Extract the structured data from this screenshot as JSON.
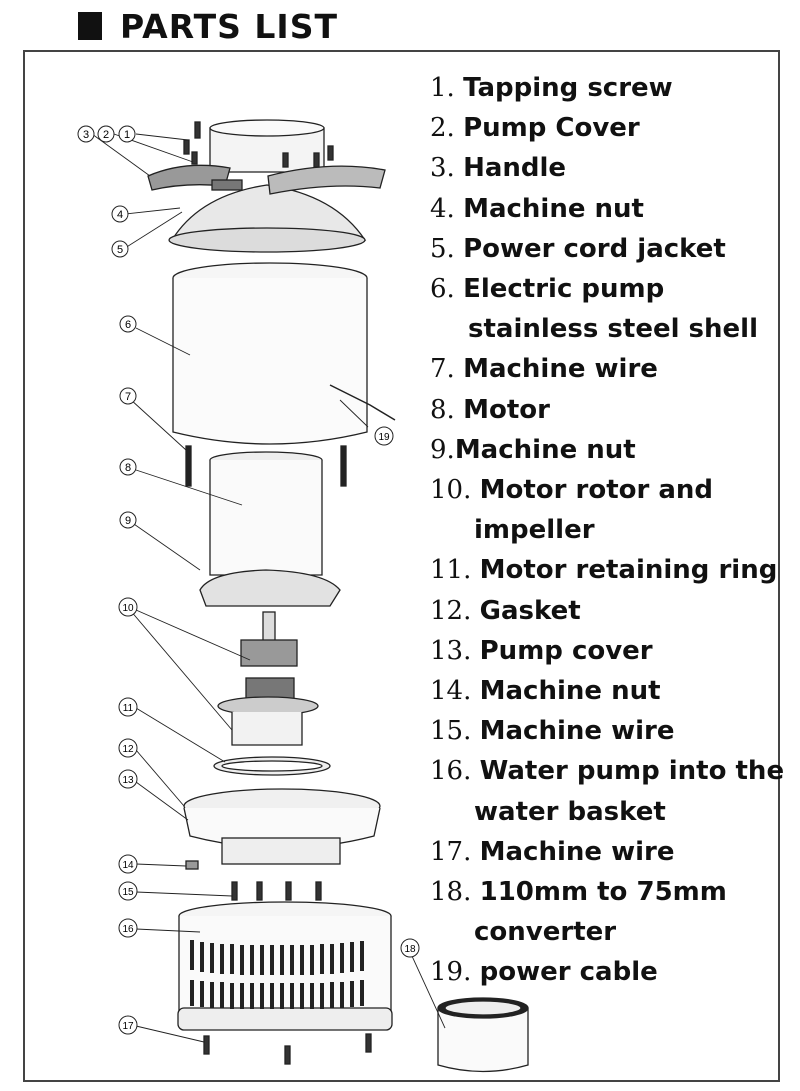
{
  "header": {
    "title": "PARTS LIST"
  },
  "parts": [
    {
      "num": "1.",
      "name": "Tapping screw"
    },
    {
      "num": "2.",
      "name": "Pump Cover"
    },
    {
      "num": "3.",
      "name": "Handle"
    },
    {
      "num": "4.",
      "name": "Machine nut"
    },
    {
      "num": "5.",
      "name": "Power cord jacket"
    },
    {
      "num": "6.",
      "name": "Electric pump",
      "cont": "stainless steel shell"
    },
    {
      "num": "7.",
      "name": "Machine wire"
    },
    {
      "num": "8.",
      "name": "Motor"
    },
    {
      "num": "9.",
      "name": "Machine nut"
    },
    {
      "num": "10.",
      "name": "Motor rotor and",
      "cont": "impeller"
    },
    {
      "num": "11.",
      "name": "Motor retaining ring"
    },
    {
      "num": "12.",
      "name": "Gasket"
    },
    {
      "num": "13.",
      "name": "Pump cover"
    },
    {
      "num": "14.",
      "name": "Machine nut"
    },
    {
      "num": "15.",
      "name": "Machine wire"
    },
    {
      "num": "16.",
      "name": "Water pump into the",
      "cont": "water basket"
    },
    {
      "num": "17.",
      "name": "Machine wire"
    },
    {
      "num": "18.",
      "name": "110mm to 75mm",
      "cont": "converter"
    },
    {
      "num": "19.",
      "name": "power cable"
    }
  ],
  "callouts": [
    "1",
    "2",
    "3",
    "4",
    "5",
    "6",
    "7",
    "8",
    "9",
    "10",
    "11",
    "12",
    "13",
    "14",
    "15",
    "16",
    "17",
    "18",
    "19"
  ]
}
